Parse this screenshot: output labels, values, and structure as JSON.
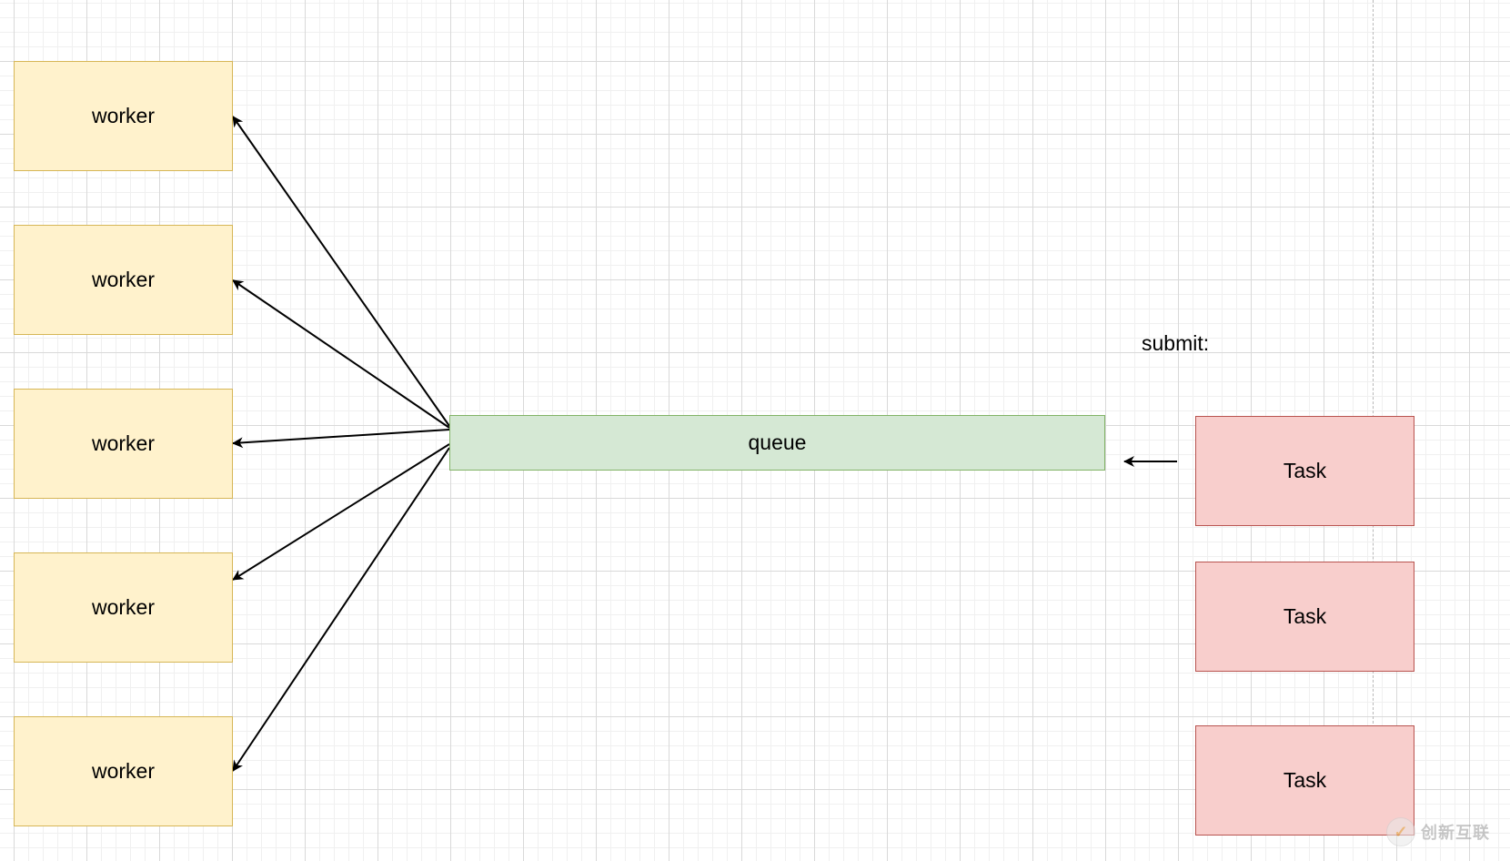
{
  "diagram": {
    "workers": [
      {
        "label": "worker"
      },
      {
        "label": "worker"
      },
      {
        "label": "worker"
      },
      {
        "label": "worker"
      },
      {
        "label": "worker"
      }
    ],
    "queue": {
      "label": "queue"
    },
    "submit_label": "submit:",
    "tasks": [
      {
        "label": "Task"
      },
      {
        "label": "Task"
      },
      {
        "label": "Task"
      }
    ],
    "edges": [
      {
        "from": "queue",
        "to": "worker-1"
      },
      {
        "from": "queue",
        "to": "worker-2"
      },
      {
        "from": "queue",
        "to": "worker-3"
      },
      {
        "from": "queue",
        "to": "worker-4"
      },
      {
        "from": "queue",
        "to": "worker-5"
      },
      {
        "from": "task-1",
        "to": "queue"
      }
    ],
    "colors": {
      "worker_fill": "#fff2cc",
      "worker_stroke": "#d6b656",
      "queue_fill": "#d5e8d4",
      "queue_stroke": "#82b366",
      "task_fill": "#f8cecc",
      "task_stroke": "#b85450",
      "edge": "#000000"
    }
  },
  "watermark": {
    "icon": "logo-icon",
    "text": "创新互联"
  }
}
